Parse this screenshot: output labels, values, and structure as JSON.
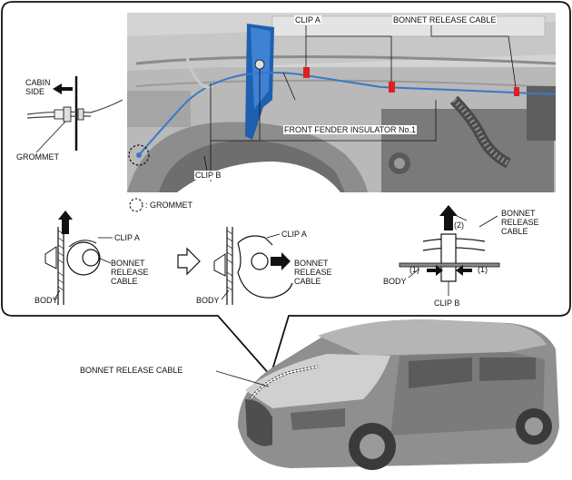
{
  "labels": {
    "cabin_side": [
      "CABIN",
      "SIDE"
    ],
    "grommet": "GROMMET",
    "clip_a_top": "CLIP A",
    "bonnet_release_cable_top": "BONNET RELEASE CABLE",
    "front_fender_insulator": "FRONT FENDER INSULATOR No.1",
    "clip_b_top": "CLIP B",
    "grommet_legend": ": GROMMET",
    "clip_a_detail_1": "CLIP A",
    "clip_a_detail_2": "CLIP A",
    "bonnet_release_cable_1": [
      "BONNET",
      "RELEASE",
      "CABLE"
    ],
    "bonnet_release_cable_2": [
      "BONNET",
      "RELEASE",
      "CABLE"
    ],
    "bonnet_release_cable_3": [
      "BONNET",
      "RELEASE",
      "CABLE"
    ],
    "body_1": "BODY",
    "body_2": "BODY",
    "body_3": "BODY",
    "clip_b_detail": "CLIP B",
    "step_1a": "(1)",
    "step_1b": "(1)",
    "step_2": "(2)",
    "bonnet_release_cable_vehicle": "BONNET RELEASE CABLE"
  },
  "colors": {
    "cable": "#3a78c8",
    "clip": "#e02020",
    "insulator": "#1f5fb0",
    "outline": "#111111"
  }
}
